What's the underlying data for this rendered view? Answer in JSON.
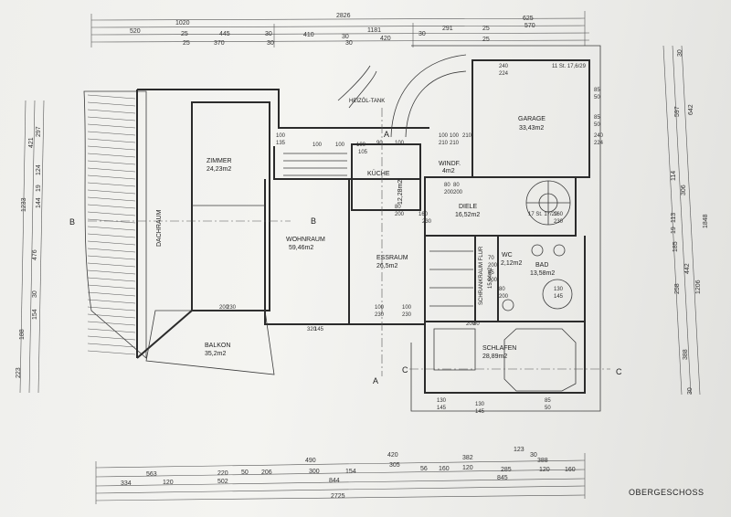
{
  "title": "OBERGESCHOSS",
  "rooms": [
    {
      "name": "GARAGE",
      "area": "33,43m2"
    },
    {
      "name": "ZIMMER",
      "area": "24,23m2"
    },
    {
      "name": "DACHRAUM",
      "area": ""
    },
    {
      "name": "WOHNRAUM",
      "area": "59,46m2"
    },
    {
      "name": "ESSRAUM",
      "area": "26,5m2"
    },
    {
      "name": "KÜCHE",
      "area": "12,28m2"
    },
    {
      "name": "WINDF.",
      "area": "4m2"
    },
    {
      "name": "DIELE",
      "area": "16,52m2"
    },
    {
      "name": "BAD",
      "area": "13,58m2"
    },
    {
      "name": "WC",
      "area": "2,12m2"
    },
    {
      "name": "SCHRANKRAUM FLUR",
      "area": "15,94m2"
    },
    {
      "name": "SCHLAFEN",
      "area": "28,89m2"
    },
    {
      "name": "BALKON",
      "area": "35,2m2"
    },
    {
      "name": "HEIZÖL-TANK",
      "area": ""
    }
  ],
  "sections": [
    "A",
    "A",
    "B",
    "B",
    "C",
    "C"
  ],
  "top_dims": {
    "row1": [
      "2826"
    ],
    "row2": [
      "1020",
      "1181",
      "625"
    ],
    "row3": [
      "520",
      "25",
      "445",
      "30",
      "410",
      "30",
      "420",
      "30",
      "291",
      "25",
      "570"
    ],
    "row4": [
      "370",
      "25",
      "30",
      "30",
      "25"
    ]
  },
  "bottom_dims": {
    "row1": [
      "490",
      "420",
      "123",
      "30",
      "388"
    ],
    "row2": [
      "563",
      "220",
      "50",
      "154",
      "382"
    ],
    "row3": [
      "334",
      "120",
      "502",
      "206",
      "300",
      "305",
      "56",
      "160",
      "120",
      "285",
      "120",
      "160"
    ],
    "row4": [
      "844",
      "845"
    ],
    "row5": [
      "2725"
    ]
  },
  "left_dims": [
    "421",
    "297",
    "124",
    "19",
    "144",
    "476",
    "1233",
    "30",
    "154",
    "188",
    "223"
  ],
  "right_dims": [
    "30",
    "597",
    "642",
    "114",
    "306",
    "113",
    "19",
    "1848",
    "185",
    "442",
    "258",
    "1206",
    "388",
    "30"
  ],
  "room_dims": [
    "100",
    "135",
    "100",
    "100",
    "90",
    "100",
    "100",
    "105",
    "100",
    "210",
    "100",
    "210",
    "210",
    "80",
    "200",
    "80",
    "200",
    "160",
    "230",
    "160",
    "230",
    "17 St. 17/29",
    "80",
    "200",
    "100",
    "230",
    "130",
    "145",
    "100",
    "230",
    "320",
    "145",
    "200",
    "230",
    "200",
    "80",
    "80",
    "200",
    "70",
    "200",
    "85",
    "200",
    "130",
    "145",
    "130",
    "145",
    "85",
    "50",
    "85",
    "50",
    "85",
    "50",
    "240",
    "224",
    "240",
    "224",
    "11 St. 17,6/29"
  ]
}
